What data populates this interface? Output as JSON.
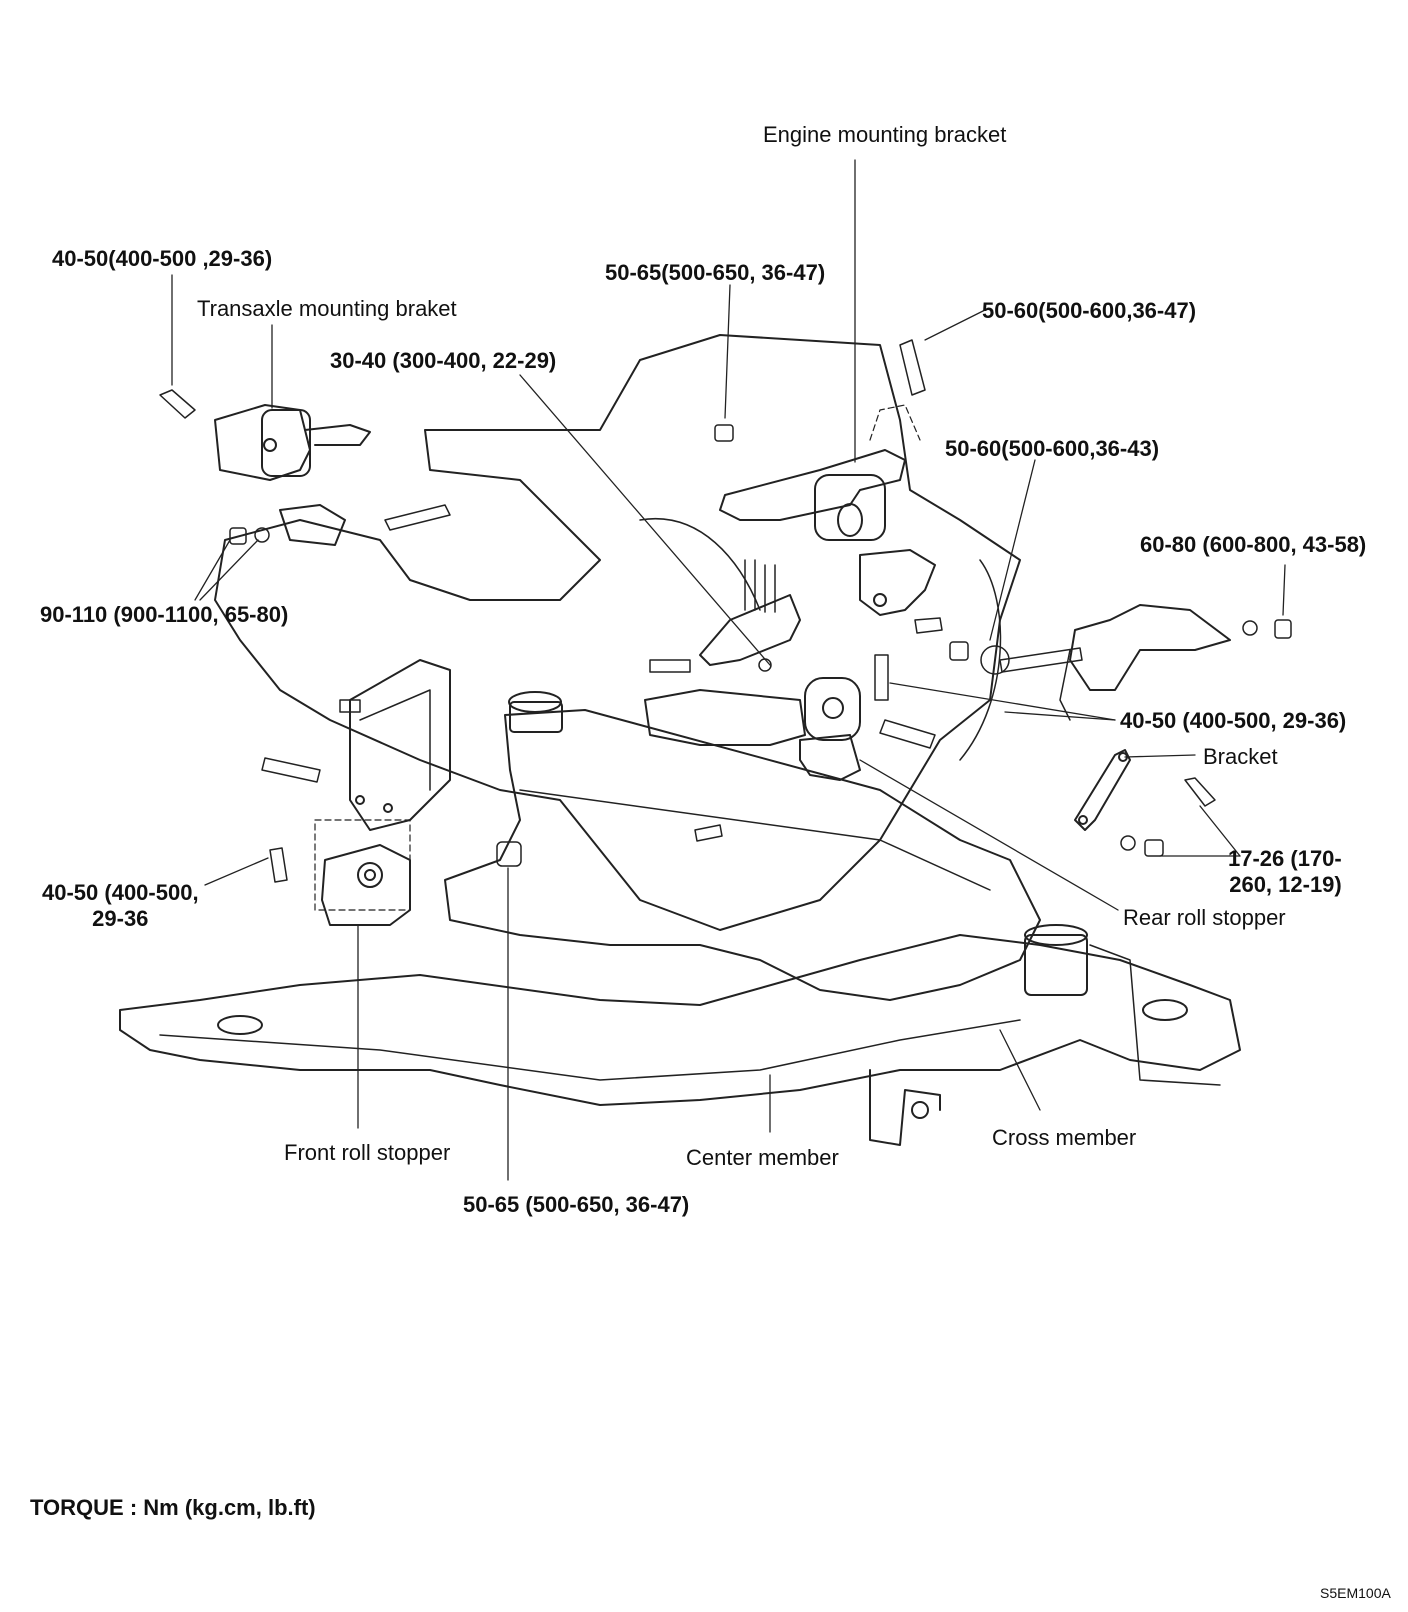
{
  "labels": {
    "engine_mounting_bracket": "Engine mounting bracket",
    "transaxle_mounting_bracket": "Transaxle mounting braket",
    "bracket": "Bracket",
    "rear_roll_stopper": "Rear roll stopper",
    "front_roll_stopper": "Front roll stopper",
    "center_member": "Center member",
    "cross_member": "Cross member"
  },
  "torques": {
    "t_40_50_top_left": "40-50(400-500 ,29-36)",
    "t_50_65_top": "50-65(500-650, 36-47)",
    "t_50_60_36_47": "50-60(500-600,36-47)",
    "t_30_40": "30-40 (300-400, 22-29)",
    "t_50_60_36_43": "50-60(500-600,36-43)",
    "t_60_80": "60-80 (600-800, 43-58)",
    "t_90_110": "90-110 (900-1100, 65-80)",
    "t_40_50_right": "40-50 (400-500, 29-36)",
    "t_17_26": "17-26 (170-\n260, 12-19)",
    "t_40_50_left": "40-50 (400-500,\n29-36",
    "t_50_65_bottom": "50-65 (500-650, 36-47)"
  },
  "footer": {
    "torque_units": "TORQUE : Nm (kg.cm, lb.ft)",
    "figure_code": "S5EM100A"
  }
}
